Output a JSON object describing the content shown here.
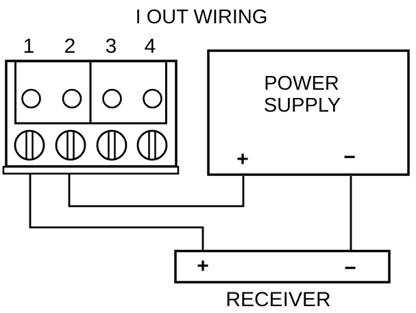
{
  "title": "I OUT WIRING",
  "colors": {
    "line": "#000000",
    "background": "#ffffff",
    "text": "#000000"
  },
  "terminal_block": {
    "description": "4-position screw terminal block with wire entry holes and slotted screws",
    "terminal_labels": [
      "1",
      "2",
      "3",
      "4"
    ]
  },
  "power_supply": {
    "label_line1": "POWER",
    "label_line2": "SUPPLY",
    "plus": "+",
    "minus": "−"
  },
  "receiver": {
    "label": "RECEIVER",
    "plus": "+",
    "minus": "−"
  },
  "connections": [
    {
      "from": "terminal-1",
      "to": "receiver-plus"
    },
    {
      "from": "terminal-2",
      "to": "power-supply-plus"
    },
    {
      "from": "power-supply-minus",
      "to": "receiver-minus"
    }
  ]
}
